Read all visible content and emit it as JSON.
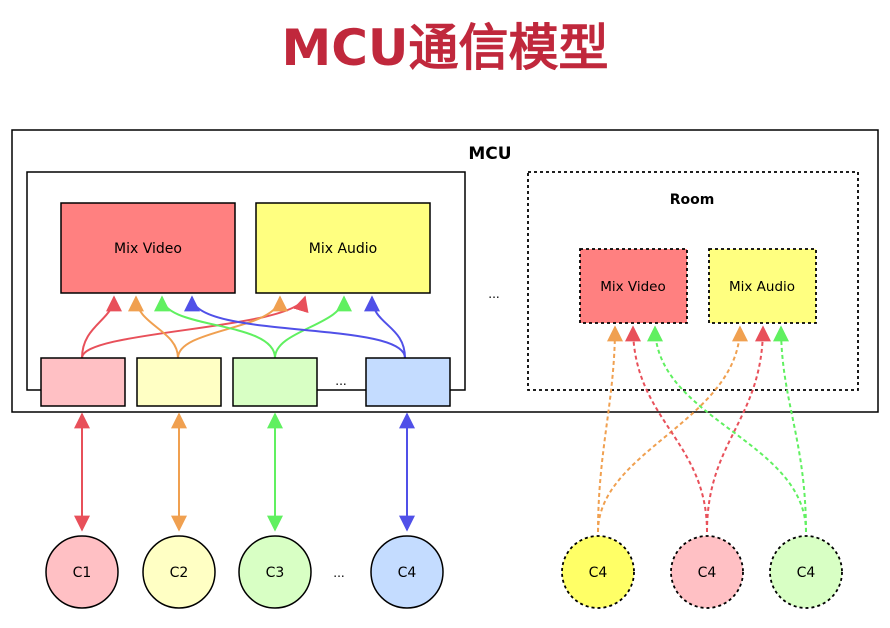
{
  "title": "MCU通信模型",
  "mcu_label": "MCU",
  "room_label": "Room",
  "mix_video_label": "Mix Video",
  "mix_audio_label": "Mix Audio",
  "room_mix_video_label": "Mix Video",
  "room_mix_audio_label": "Mix Audio",
  "ellipsis": "...",
  "clients": [
    {
      "label": "C1",
      "fill": "#ffc0c4"
    },
    {
      "label": "C2",
      "fill": "#ffffc4"
    },
    {
      "label": "C3",
      "fill": "#d8ffc4"
    },
    {
      "label": "C4",
      "fill": "#c4dcff"
    }
  ],
  "room_clients": [
    {
      "label": "C4",
      "fill": "#ffff66"
    },
    {
      "label": "C4",
      "fill": "#ffc0c4"
    },
    {
      "label": "C4",
      "fill": "#d8ffc4"
    }
  ],
  "colors": {
    "title": "#c0283c",
    "red": "#e8505a",
    "orange": "#f0a050",
    "green": "#60f060",
    "blue": "#5050e8",
    "mix_video_fill": "#ff8080",
    "mix_audio_fill": "#ffff80"
  }
}
